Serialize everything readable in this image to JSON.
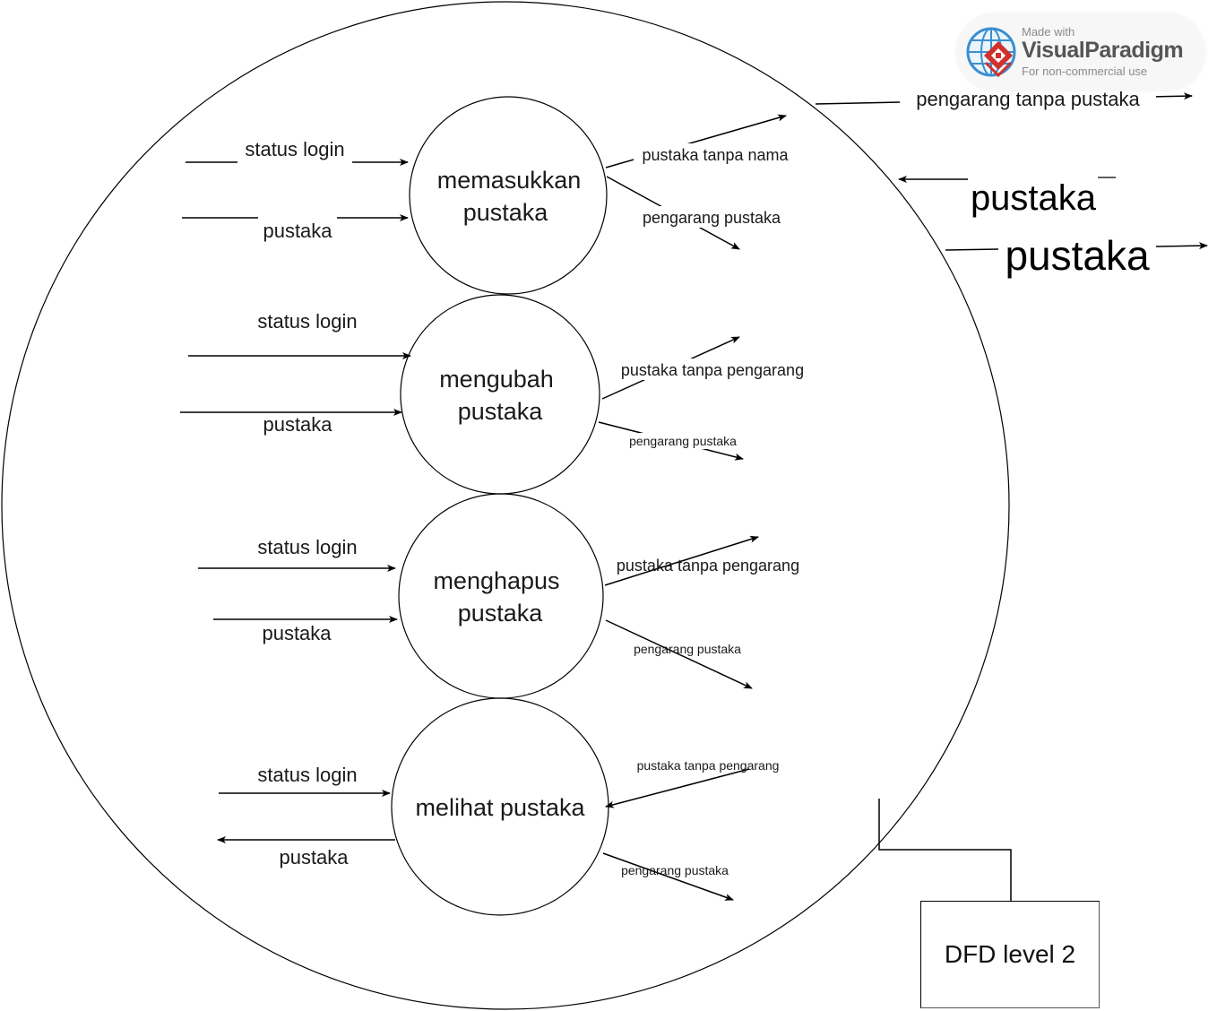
{
  "diagram": {
    "type": "data-flow-diagram",
    "context_process": "outer boundary circle",
    "processes": [
      {
        "id": "p1",
        "label_line1": "memasukkan",
        "label_line2": "pustaka"
      },
      {
        "id": "p2",
        "label_line1": "mengubah",
        "label_line2": "pustaka"
      },
      {
        "id": "p3",
        "label_line1": "menghapus",
        "label_line2": "pustaka"
      },
      {
        "id": "p4",
        "label": "melihat pustaka"
      }
    ],
    "flows": {
      "p1_in_status": "status login",
      "p1_in_pustaka": "pustaka",
      "p1_out_tanpa_nama": "pustaka tanpa nama",
      "p1_out_pengarang": "pengarang pustaka",
      "p2_in_status": "status login",
      "p2_in_pustaka": "pustaka",
      "p2_out_tanpa_pengarang": "pustaka tanpa pengarang",
      "p2_out_pengarang": "pengarang pustaka",
      "p3_in_status": "status login",
      "p3_in_pustaka": "pustaka",
      "p3_out_tanpa_pengarang": "pustaka tanpa pengarang",
      "p3_out_pengarang": "pengarang pustaka",
      "p4_in_status": "status login",
      "p4_out_pustaka": "pustaka",
      "p4_in_tanpa_pengarang": "pustaka tanpa pengarang",
      "p4_out_pengarang": "pengarang pustaka"
    },
    "boundary_flows": {
      "out_pengarang_tanpa_pustaka": "pengarang tanpa pustaka",
      "in_pustaka": "pustaka",
      "out_pustaka": "pustaka"
    },
    "external_entity": {
      "label": "DFD level 2"
    }
  },
  "watermark": {
    "line1": "Made with",
    "brand": "VisualParadigm",
    "line3": "For non-commercial use",
    "globe_color": "#3a8fd0",
    "logo_color": "#d0312d"
  }
}
